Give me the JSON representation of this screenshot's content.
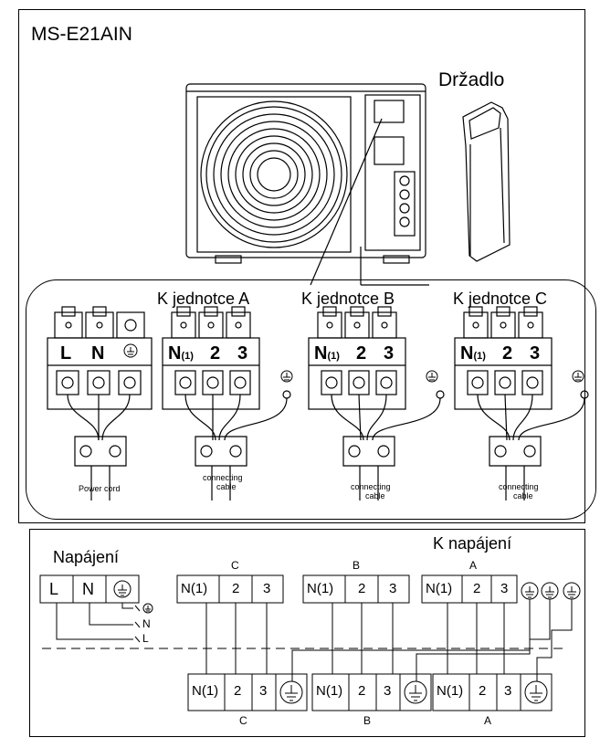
{
  "model": "MS-E21AIN",
  "handle_label": "Držadlo",
  "upper_panel": {
    "power_block": {
      "terminals": [
        "L",
        "N"
      ],
      "cable_label": "Power cord"
    },
    "unit_blocks": [
      {
        "title": "K jednotce A",
        "terminals": [
          "N",
          "2",
          "3"
        ],
        "sub": "(1)",
        "cable_line1": "connecting",
        "cable_line2": "cable"
      },
      {
        "title": "K jednotce B",
        "terminals": [
          "N",
          "2",
          "3"
        ],
        "sub": "(1)",
        "cable_line1": "connecting",
        "cable_line2": "cable"
      },
      {
        "title": "K jednotce C",
        "terminals": [
          "N",
          "2",
          "3"
        ],
        "sub": "(1)",
        "cable_line1": "connecting",
        "cable_line2": "cable"
      }
    ]
  },
  "lower_panel": {
    "power_title": "Napájení",
    "power_supply_title": "K napájení",
    "power_terminals": [
      "L",
      "N"
    ],
    "wire_labels": [
      "N",
      "L"
    ],
    "top_blocks": [
      {
        "letter": "C",
        "terminals": [
          "N(1)",
          "2",
          "3"
        ]
      },
      {
        "letter": "B",
        "terminals": [
          "N(1)",
          "2",
          "3"
        ]
      },
      {
        "letter": "A",
        "terminals": [
          "N(1)",
          "2",
          "3"
        ]
      }
    ],
    "bottom_blocks": [
      {
        "letter": "C",
        "terminals": [
          "N(1)",
          "2",
          "3"
        ]
      },
      {
        "letter": "B",
        "terminals": [
          "N(1)",
          "2",
          "3"
        ]
      },
      {
        "letter": "A",
        "terminals": [
          "N(1)",
          "2",
          "3"
        ]
      }
    ]
  }
}
